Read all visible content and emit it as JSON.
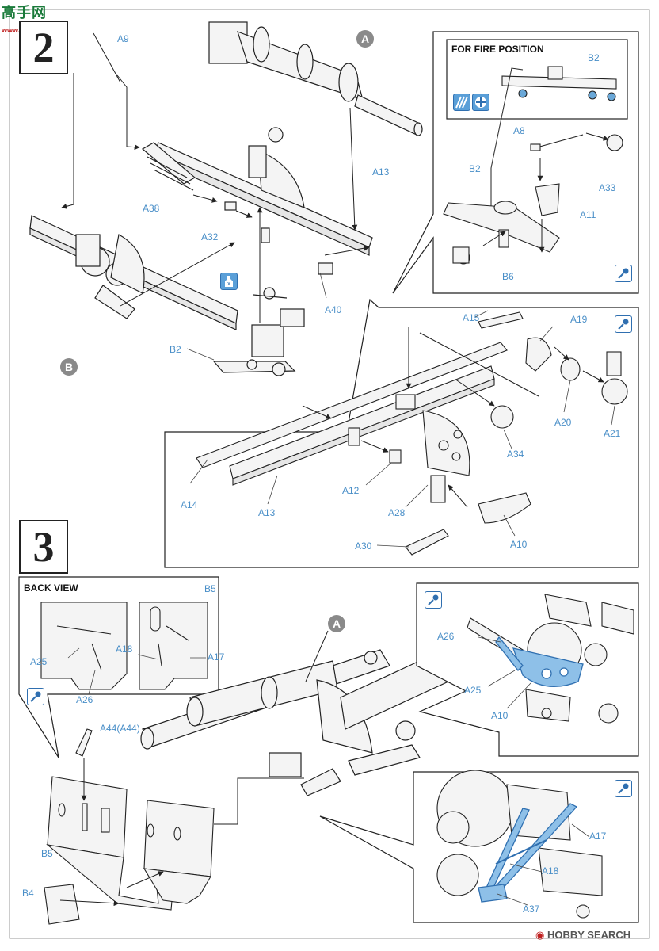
{
  "watermark_top": {
    "text": "高手网",
    "url": "www.gaoshou.net"
  },
  "watermark_bottom": "HOBBY SEARCH",
  "steps": [
    {
      "number": "2"
    },
    {
      "number": "3"
    }
  ],
  "subassemblies": {
    "a": "A",
    "b": "B"
  },
  "headers": {
    "fire_position": "FOR FIRE POSITION",
    "back_view": "BACK VIEW"
  },
  "labels": {
    "a9": "A9",
    "a38": "A38",
    "a32": "A32",
    "a13_top": "A13",
    "a40": "A40",
    "b2_main": "B2",
    "b2_fire_top": "B2",
    "a8": "A8",
    "b2_fire": "B2",
    "a33": "A33",
    "a11": "A11",
    "b6": "B6",
    "a15": "A15",
    "a19": "A19",
    "a20": "A20",
    "a21": "A21",
    "a34": "A34",
    "a14": "A14",
    "a13_detail": "A13",
    "a12": "A12",
    "a28": "A28",
    "a10_detail": "A10",
    "a30": "A30",
    "b5_back": "B5",
    "a25_back": "A25",
    "a18_back": "A18",
    "a17_back": "A17",
    "a26_back": "A26",
    "a44": "A44(A44)",
    "b5_main": "B5",
    "b4": "B4",
    "a26_det": "A26",
    "a25_det": "A25",
    "a10_det": "A10",
    "a17_det": "A17",
    "a18_det": "A18",
    "a37_det": "A37"
  },
  "colors": {
    "label": "#4a8fc8",
    "highlight": "#6aa8d8",
    "line": "#222222",
    "part_fill": "#f4f4f4"
  }
}
